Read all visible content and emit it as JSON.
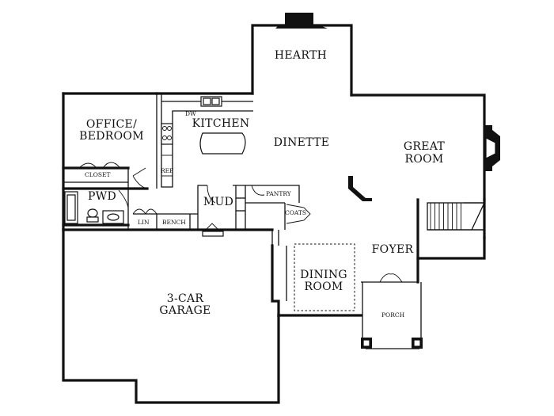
{
  "rooms": {
    "hearth": "HEARTH",
    "office_line1": "OFFICE/",
    "office_line2": "BEDROOM",
    "kitchen": "KITCHEN",
    "dinette": "DINETTE",
    "great_line1": "GREAT",
    "great_line2": "ROOM",
    "pwd": "PWD",
    "mud": "MUD",
    "foyer": "FOYER",
    "dining_line1": "DINING",
    "dining_line2": "ROOM",
    "garage_line1": "3-CAR",
    "garage_line2": "GARAGE"
  },
  "fixtures": {
    "closet": "CLOSET",
    "dw": "DW",
    "ref": "REF",
    "pantry": "PANTRY",
    "coats": "COATS",
    "lin": "LIN",
    "bench": "BENCH",
    "porch": "PORCH"
  }
}
